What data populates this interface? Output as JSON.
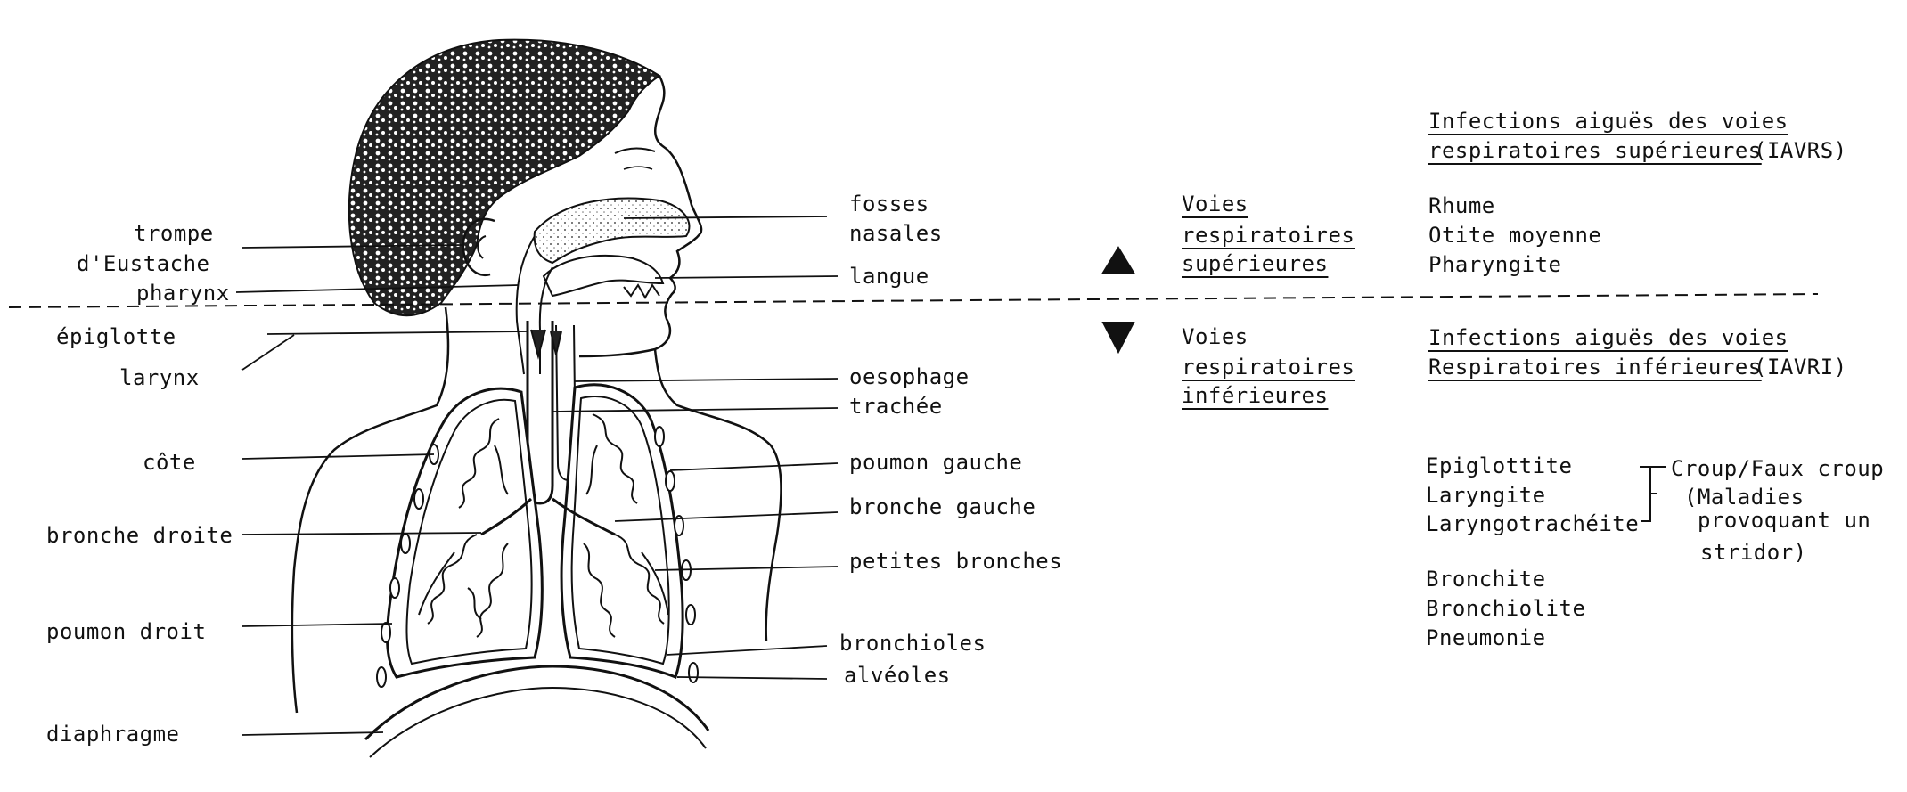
{
  "anatomy_labels_left": {
    "trompe_1": "trompe",
    "trompe_2": "d'Eustache",
    "pharynx": "pharynx",
    "epiglotte": "épiglotte",
    "larynx": "larynx",
    "cote": "côte",
    "bronche_droite": "bronche droite",
    "poumon_droit": "poumon droit",
    "diaphragme": "diaphragme"
  },
  "anatomy_labels_right": {
    "fosses_1": "fosses",
    "fosses_2": "nasales",
    "langue": "langue",
    "oesophage": "oesophage",
    "trachee": "trachée",
    "poumon_gauche": "poumon gauche",
    "bronche_gauche": "bronche gauche",
    "petites_bronches": "petites bronches",
    "bronchioles": "bronchioles",
    "alveoles": "alvéoles"
  },
  "upper_tract": {
    "label_1": "Voies",
    "label_2": "respiratoires",
    "label_3": "supérieures",
    "infections_title_1": "Infections aiguës des voies",
    "infections_title_2": "respiratoires supérieures",
    "infections_abbr": "(IAVRS)",
    "diseases": [
      "Rhume",
      "Otite moyenne",
      "Pharyngite"
    ]
  },
  "lower_tract": {
    "label_1": "Voies",
    "label_2": "respiratoires",
    "label_3": "inférieures",
    "infections_title_1": "Infections aiguës des voies",
    "infections_title_2": "Respiratoires inférieures",
    "infections_abbr": "(IAVRI)",
    "croup_diseases": [
      "Epiglottite",
      "Laryngite",
      "Laryngotrachéite"
    ],
    "croup_note_1": "Croup/Faux croup",
    "croup_note_2": "(Maladies",
    "croup_note_3": "provoquant un",
    "croup_note_4": "stridor)",
    "other_diseases": [
      "Bronchite",
      "Bronchiolite",
      "Pneumonie"
    ]
  }
}
